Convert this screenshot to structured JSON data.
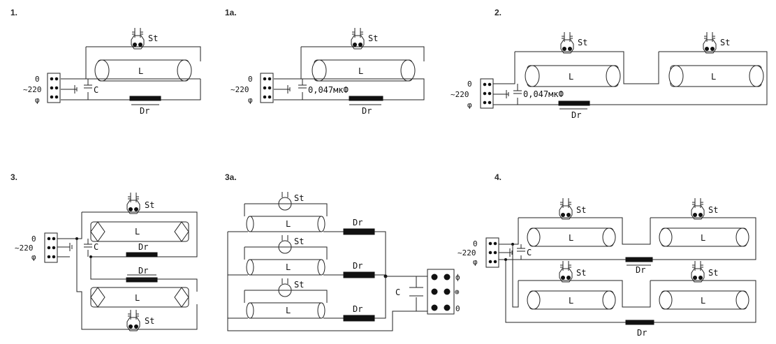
{
  "panels": [
    {
      "id": "1",
      "label": "1."
    },
    {
      "id": "1a",
      "label": "1a."
    },
    {
      "id": "2",
      "label": "2."
    },
    {
      "id": "3",
      "label": "3."
    },
    {
      "id": "3a",
      "label": "3a."
    },
    {
      "id": "4",
      "label": "4."
    }
  ],
  "labels": {
    "starter": "St",
    "lamp": "L",
    "choke": "Dr",
    "capacitor": "C",
    "capacitor_value": "0,047мкФ",
    "neutral": "0",
    "voltage": "~220",
    "phase": "φ",
    "term_phase": "ф",
    "term_ground": "⊕",
    "term_zero": "0"
  }
}
